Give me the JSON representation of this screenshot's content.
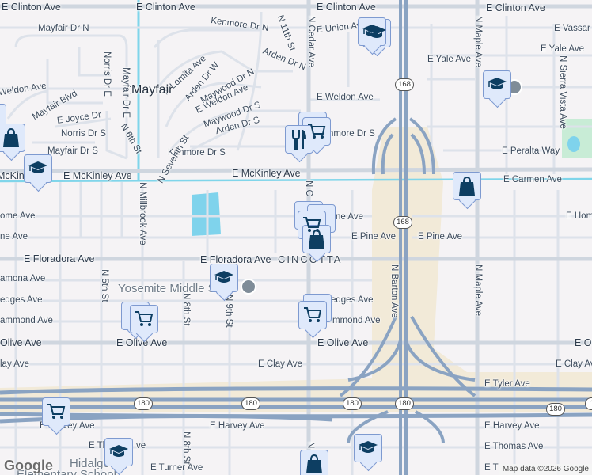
{
  "map": {
    "credits": "Map data ©2026 Google",
    "logo": "Google",
    "colors": {
      "background": "#f5f3f5",
      "road": "#d7dde6",
      "major_road": "#cdd5df",
      "freeway": "#8aa3c2",
      "freeway_edge": "#f2ead8",
      "canal": "#7fd5ea",
      "park": "#c8ecd6",
      "water": "#7fd3ec",
      "marker_fill": "#dfe9fb",
      "marker_border": "#7e9ad0",
      "marker_icon": "#0d3e62"
    },
    "places": {
      "city": "Mayfair",
      "district": "CINCOTTA",
      "poi_school": "Yosemite Middle S",
      "poi_school2": "Hidalgo",
      "poi_school2_line2": "Elementary School"
    },
    "streets": {
      "clinton_w": "E Clinton Ave",
      "clinton_mid": "E Clinton Ave",
      "clinton_e": "E Clinton Ave",
      "mayfair_dr_n": "Mayfair Dr N",
      "kenmore_dr_n": "Kenmore Dr N",
      "n_11th": "N 11th St",
      "e_union": "E Union Ave",
      "n_cedar": "N Cedar Ave",
      "n_cedar_s": "N C",
      "n_lomita": "N Lomita Ave",
      "arden_dr_w": "Arden Dr W",
      "maywood_dr_n": "Maywood Dr N",
      "arden_dr_n": "Arden Dr N",
      "e_vassar": "E Vassar Ave",
      "e_yale_w": "E Yale Ave",
      "e_yale_e": "E Yale Ave",
      "n_maple": "N Maple Ave",
      "n_maple_s": "N Maple Ave",
      "n_sierra_vista": "N Sierra Vista Ave",
      "norris_dr_e": "Norris Dr E",
      "mayfair_dr_e": "Mayfair Dr E",
      "weldon_w": "Weldon Ave",
      "weldon_mid": "E Weldon Ave",
      "weldon_e": "E Weldon Ave",
      "maywood_dr_s": "Maywood Dr S",
      "mayfair_blvd": "Mayfair Blvd",
      "e_joyce": "E Joyce Dr",
      "arden_dr_s": "Arden Dr S",
      "kenmore_dr_s_e": "nmore Dr S",
      "kenmore_dr_s": "Kenmore Dr S",
      "norris_dr_s": "Norris Dr S",
      "n_6th": "N 6th St",
      "n_seventh": "N Seventh St",
      "mayfair_dr_s": "Mayfair Dr S",
      "e_peralta": "E Peralta Way",
      "mckinley_w": "McKin",
      "mckinley_mid": "E McKinley Ave",
      "mckinley_main": "E McKinley Ave",
      "e_carmen": "E Carmen Ave",
      "n_millbrook": "N Millbrook Ave",
      "home_w": "ome Ave",
      "home_mid": "ne Ave",
      "home_e": "E Hom",
      "pine_w": "ne Ave",
      "pine_mid": "E Pine Ave",
      "pine_e": "E Pine Ave",
      "floradora_w": "E Floradora Ave",
      "floradora_mid": "E Floradora Ave",
      "ramona": "amona Ave",
      "hedges_w": "edges Ave",
      "hedges_e": "edges Ave",
      "n_5th": "N 5th St",
      "n_8th": "N 8th St",
      "n_9th": "N 9th St",
      "n_barton": "N Barton Ave",
      "hammond_w": "ammond Ave",
      "hammond_e": "mmond Ave",
      "olive_w": "Olive Ave",
      "olive_mid": "E Olive Ave",
      "olive_main": "E Olive Ave",
      "olive_e": "E Ol",
      "clay_w": "lay Ave",
      "clay_mid": "E Clay Ave",
      "clay_e": "E Clay Av",
      "e_tyler": "E Tyler Ave",
      "harvey_w": "E Harvey Ave",
      "harvey_mid": "E Harvey Ave",
      "harvey_e": "E Harvey Ave",
      "thomas_w": "E Th",
      "thomas_w2": "ve",
      "thomas_e": "E Thomas Ave",
      "turner_w": "E Turner Ave",
      "turner_e": "E T",
      "n_8th_s": "N 8th St",
      "n_cedar_bottom": "N"
    },
    "shields": {
      "sr168_a": "168",
      "sr168_b": "168",
      "sr180_a": "180",
      "sr180_b": "180",
      "sr180_c": "180",
      "sr180_d": "180",
      "sr180_e": "18"
    },
    "markers": [
      {
        "type": "school",
        "icon": "graduation-cap-icon"
      },
      {
        "type": "school",
        "icon": "graduation-cap-icon"
      },
      {
        "type": "restaurant",
        "icon": "fork-knife-icon"
      },
      {
        "type": "grocery",
        "icon": "shopping-cart-icon"
      },
      {
        "type": "school",
        "icon": "graduation-cap-icon"
      },
      {
        "type": "shopping",
        "icon": "shopping-bag-icon"
      },
      {
        "type": "school",
        "icon": "graduation-cap-icon"
      },
      {
        "type": "shopping",
        "icon": "shopping-bag-icon"
      },
      {
        "type": "grocery",
        "icon": "shopping-cart-icon"
      },
      {
        "type": "shopping",
        "icon": "shopping-bag-icon"
      },
      {
        "type": "school",
        "icon": "graduation-cap-icon"
      },
      {
        "type": "grocery",
        "icon": "shopping-cart-icon"
      },
      {
        "type": "grocery",
        "icon": "shopping-cart-icon"
      },
      {
        "type": "grocery",
        "icon": "shopping-cart-icon"
      },
      {
        "type": "school",
        "icon": "graduation-cap-icon"
      },
      {
        "type": "shopping",
        "icon": "shopping-bag-icon"
      },
      {
        "type": "school",
        "icon": "graduation-cap-icon"
      }
    ]
  }
}
